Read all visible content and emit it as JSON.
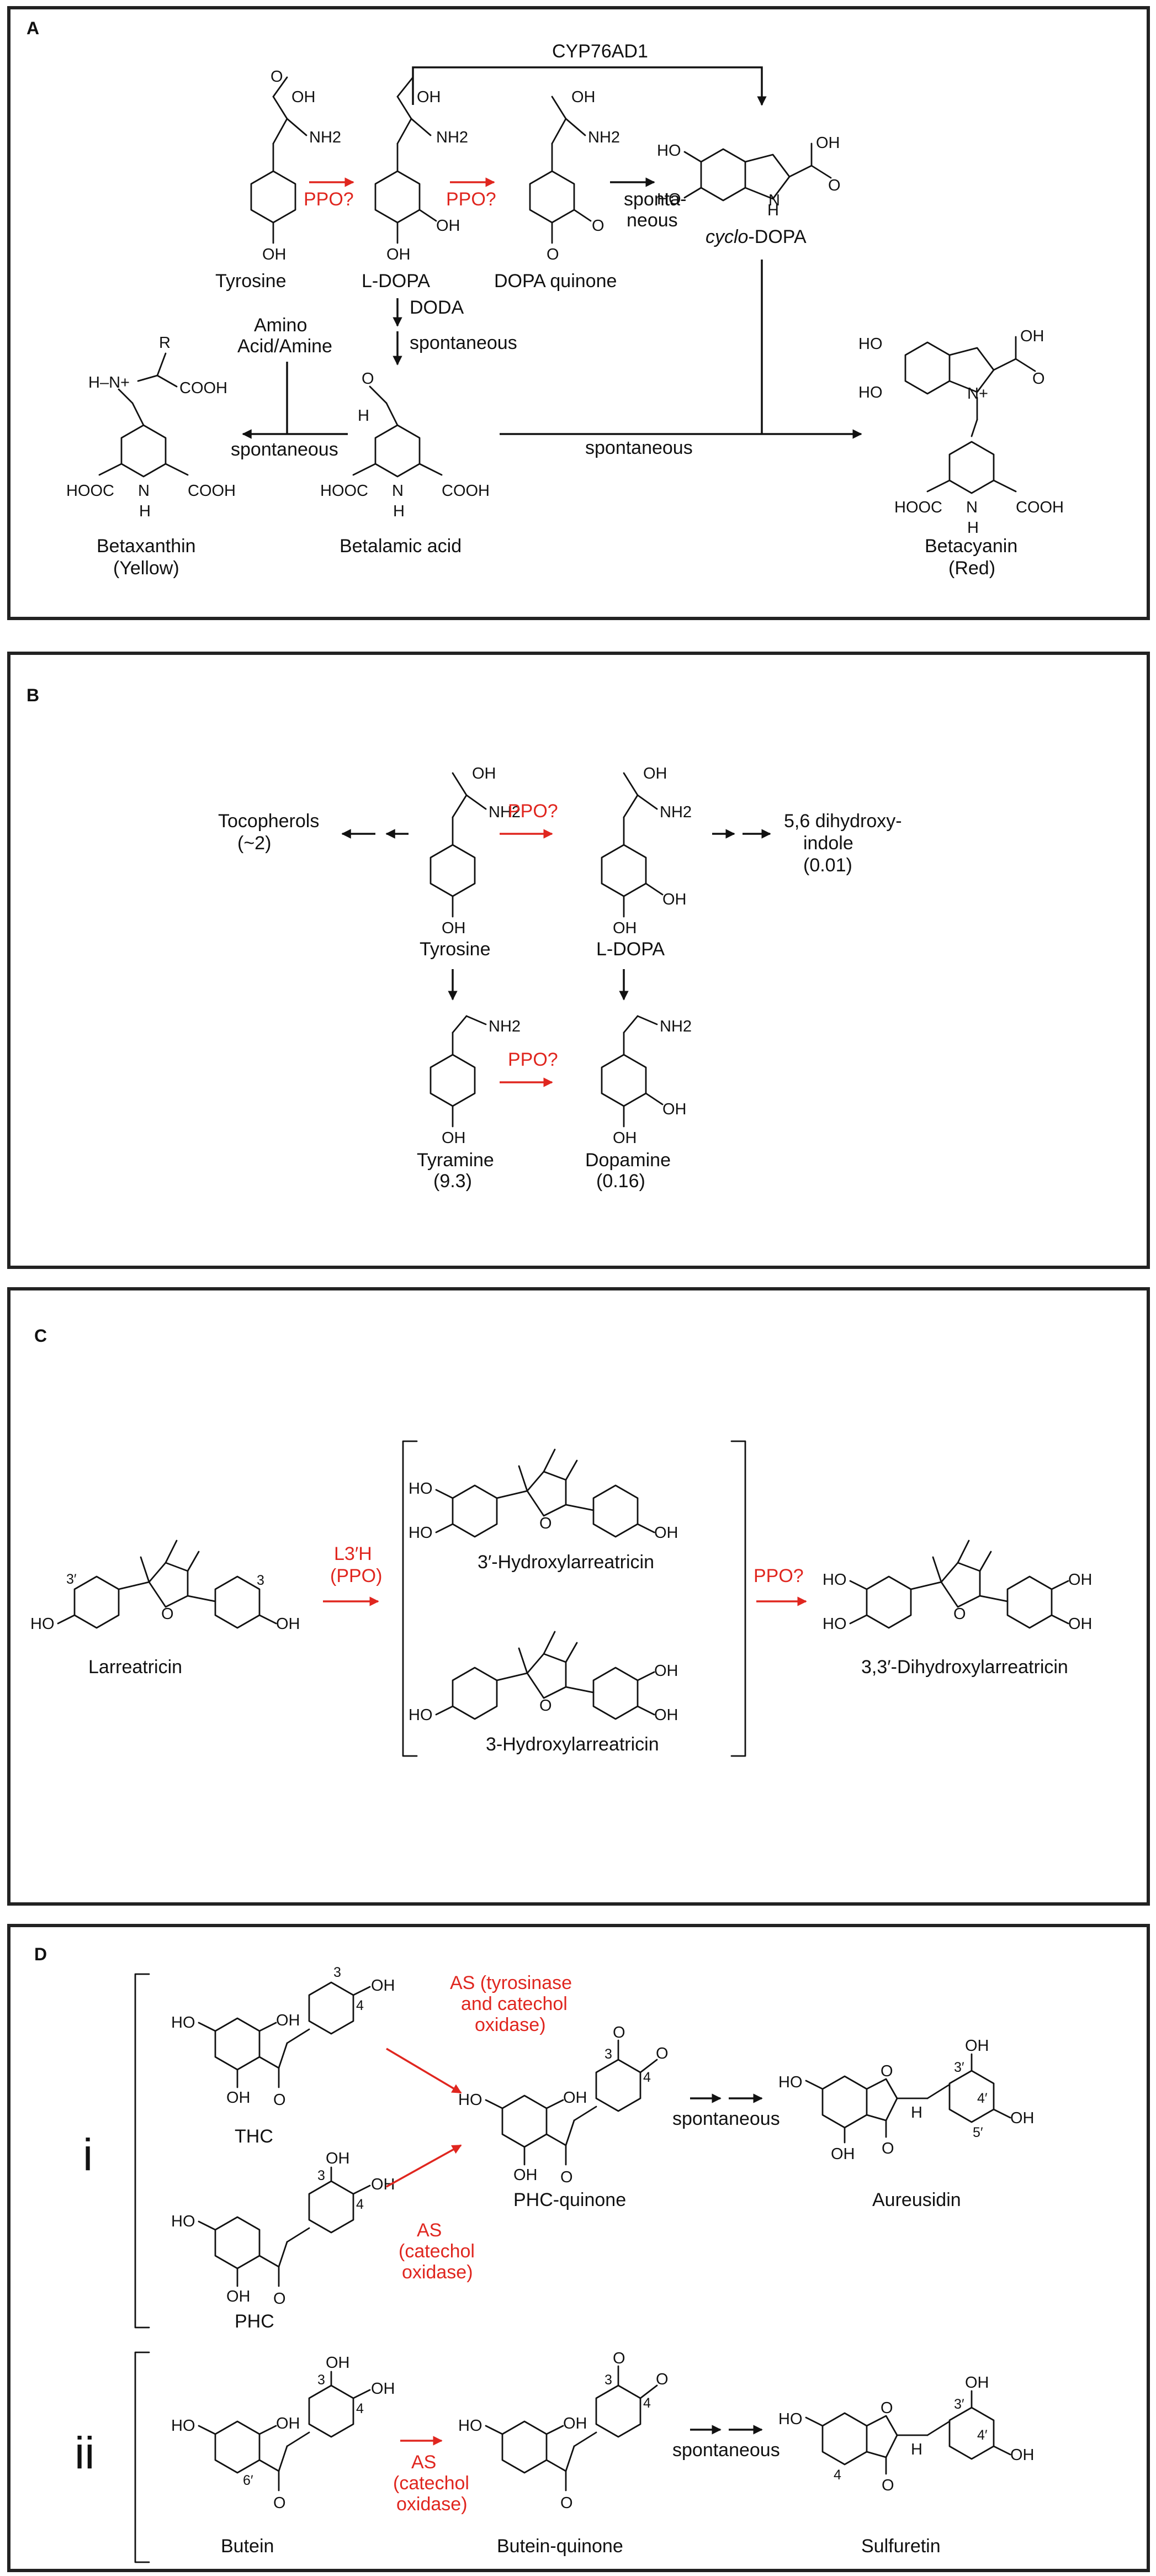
{
  "colors": {
    "enzyme": "#e0261f",
    "ink": "#111111",
    "frame": "#222222"
  },
  "panelA": {
    "letter": "A",
    "enzyme_top": "CYP76AD1",
    "ppo1": "PPO?",
    "ppo2": "PPO?",
    "sponta1": "sponta-",
    "sponta2": "neous",
    "doda": "DODA",
    "spontaneous_down": "spontaneous",
    "amino1": "Amino",
    "amino2": "Acid/Amine",
    "spontaneous_left": "spontaneous",
    "spontaneous_right": "spontaneous",
    "tyrosine": "Tyrosine",
    "ldopa": "L-DOPA",
    "dopaquinone": "DOPA quinone",
    "cyclodopa_it": "cyclo",
    "cyclodopa_rest": "-DOPA",
    "betaxanthin1": "Betaxanthin",
    "betaxanthin2": "(Yellow)",
    "betalamic": "Betalamic acid",
    "betacyanin1": "Betacyanin",
    "betacyanin2": "(Red)",
    "oh": "OH",
    "nh2": "NH2",
    "o": "O",
    "h": "H",
    "n": "N",
    "r": "R",
    "cooh": "COOH",
    "hooc": "HOOC",
    "ho": "HO",
    "nplus": "N+",
    "hn": "H–N+"
  },
  "panelB": {
    "letter": "B",
    "tocopherols1": "Tocopherols",
    "tocopherols2": "(~2)",
    "ppo_top": "PPO?",
    "indole1": "5,6 dihydroxy-",
    "indole2": "indole",
    "indole3": "(0.01)",
    "tyrosine": "Tyrosine",
    "ldopa": "L-DOPA",
    "ppo_bottom": "PPO?",
    "tyramine1": "Tyramine",
    "tyramine2": "(9.3)",
    "dopamine1": "Dopamine",
    "dopamine2": "(0.16)",
    "oh": "OH",
    "nh2": "NH2"
  },
  "panelC": {
    "letter": "C",
    "l3h1": "L3′H",
    "l3h2": "(PPO)",
    "ppo": "PPO?",
    "larreatricin": "Larreatricin",
    "hydroxy3p": "3′-Hydroxylarreatricin",
    "hydroxy3": "3-Hydroxylarreatricin",
    "dihydroxy": "3,3′-Dihydroxylarreatricin",
    "ho": "HO",
    "oh": "OH",
    "o": "O",
    "pos3p": "3′",
    "pos3": "3"
  },
  "panelD": {
    "letter": "D",
    "roman_i": "i",
    "roman_ii": "ii",
    "as1_1": "AS (tyrosinase",
    "as1_2": "and catechol",
    "as1_3": "oxidase)",
    "as2_1": "AS",
    "as2_2": "(catechol",
    "as2_3": "oxidase)",
    "as3_1": "AS",
    "as3_2": "(catechol",
    "as3_3": "oxidase)",
    "thc": "THC",
    "phc": "PHC",
    "phcq": "PHC-quinone",
    "aureusidin": "Aureusidin",
    "butein": "Butein",
    "buteinq": "Butein-quinone",
    "sulfuretin": "Sulfuretin",
    "spont1": "spontaneous",
    "spont2": "spontaneous",
    "ho": "HO",
    "oh": "OH",
    "o": "O",
    "h": "H",
    "n3": "3",
    "n4": "4",
    "n3p": "3′",
    "n4p": "4′",
    "n5p": "5′",
    "n6p": "6′"
  }
}
